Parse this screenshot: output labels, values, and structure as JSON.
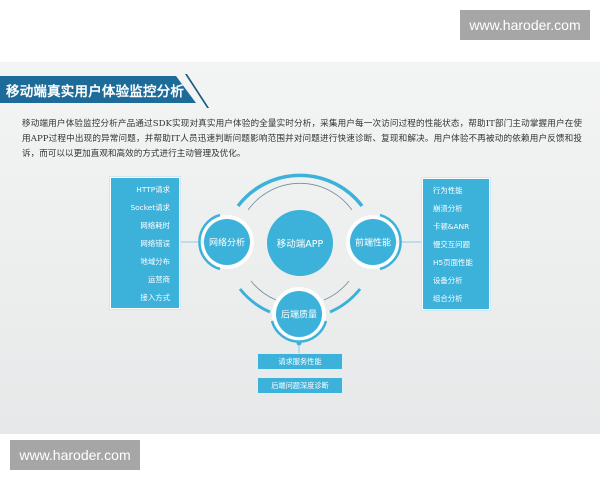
{
  "watermarks": {
    "top": "www.haroder.com",
    "bottom": "www.haroder.com"
  },
  "header": {
    "title": "移动端真实用户体验监控分析"
  },
  "description": "移动端用户体验监控分析产品通过SDK实现对真实用户体验的全量实时分析，采集用户每一次访问过程的性能状态，帮助IT部门主动掌握用户在使用APP过程中出现的异常问题，并帮助IT人员迅速判断问题影响范围并对问题进行快速诊断、复现和解决。用户体验不再被动的依赖用户反馈和投诉，而可以以更加直观和高效的方式进行主动管理及优化。",
  "diagram": {
    "center": "移动端APP",
    "left_node": "网络分析",
    "right_node": "前端性能",
    "bottom_node": "后端质量",
    "left_panel": [
      "HTTP请求",
      "Socket请求",
      "网络耗时",
      "网络错误",
      "地域分布",
      "运营商",
      "接入方式"
    ],
    "right_panel": [
      "行为性能",
      "崩溃分析",
      "卡顿&ANR",
      "慢交互问题",
      "H5页面性能",
      "设备分析",
      "组合分析"
    ],
    "bottom_boxes": [
      "请求服务性能",
      "后端问题深度诊断"
    ],
    "colors": {
      "node": "#3cb1d9",
      "ring": "#3cb1d9",
      "header": "#1d6b98",
      "panel": "#3cb1d9"
    }
  }
}
